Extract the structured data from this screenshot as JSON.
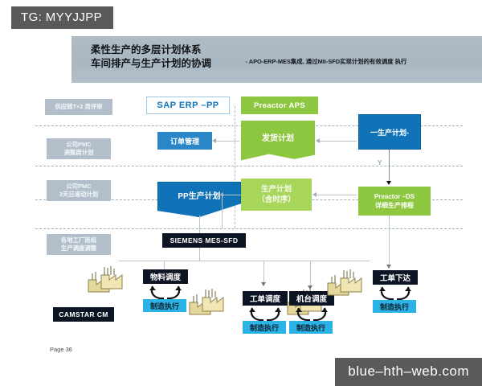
{
  "top_tag": {
    "label": "TG: MYYJJPP"
  },
  "banner": {
    "title": "柔性生产的多层计划体系\n车间排产与生产计划的协调",
    "note": "- APO-ERP-MES集成, 通过MII-SFD实现计划的有效调度\n执行"
  },
  "stages": [
    {
      "label": "供应链T+2  周评审"
    },
    {
      "label": "公司PMC\n调整周计划"
    },
    {
      "label": "公司PMC\n3天日滚动计划"
    },
    {
      "label": "各地工厂班组\n生产调度调整"
    }
  ],
  "systems": {
    "sap": "SAP ERP –PP",
    "preactor_aps": "Preactor APS"
  },
  "boxes": {
    "order_mgmt": "订单管理",
    "shipment_plan": "发货计划",
    "prod_plan_right": "一生产计划-",
    "pp_prod_plan": "PP生产计划",
    "prod_plan_seq": "生产计划\n（含时序）",
    "preactor_ds": "Preactor –DS\n详细生产排程",
    "mes": "SIEMENS MES-SFD",
    "camstar": "CAMSTAR CM"
  },
  "shop_floor": [
    {
      "title": "物料调度",
      "exec": "制造执行"
    },
    {
      "title": "工单调度",
      "exec": "制造执行"
    },
    {
      "title": "机台调度",
      "exec": "制造执行"
    },
    {
      "title": "工单下达",
      "exec": "制造执行"
    }
  ],
  "annotations": {
    "y_label": "Y"
  },
  "footer": {
    "page": "Page 36"
  },
  "watermark": {
    "text": "blue–hth–web.com"
  },
  "colors": {
    "banner": "#afbcc6",
    "blue": "#1073b8",
    "green": "#8dc63f",
    "dark": "#0d1423",
    "cyan": "#2bb3e8",
    "stage": "#b2bfca",
    "tag": "#58595b",
    "watermark": "#5a5a5a"
  }
}
